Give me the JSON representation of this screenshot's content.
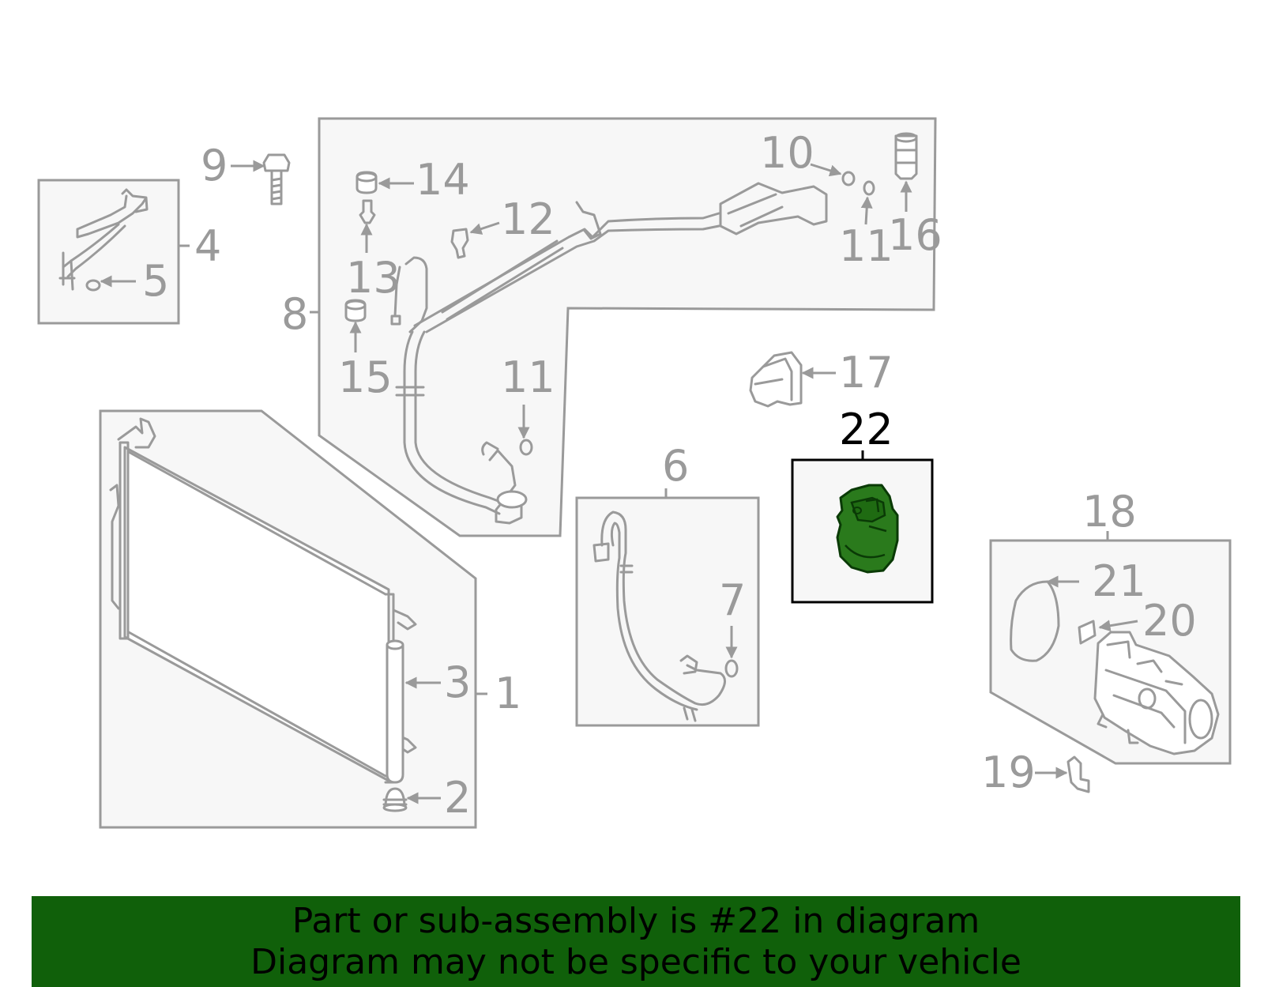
{
  "colors": {
    "line": "#9a9a9a",
    "box_fill": "#f7f7f7",
    "highlight_part": "#1f6b12",
    "banner_bg": "#10600a",
    "banner_text": "#000000"
  },
  "callouts": {
    "n1": "1",
    "n2": "2",
    "n3": "3",
    "n4": "4",
    "n5": "5",
    "n6": "6",
    "n7": "7",
    "n8": "8",
    "n9": "9",
    "n10": "10",
    "n11a": "11",
    "n11b": "11",
    "n12": "12",
    "n13": "13",
    "n14": "14",
    "n15": "15",
    "n16": "16",
    "n17": "17",
    "n18": "18",
    "n19": "19",
    "n20": "20",
    "n21": "21",
    "n22": "22"
  },
  "highlighted_part": "22",
  "banner": {
    "line1": "Part or sub-assembly is #22 in diagram",
    "line2": "Diagram may not be specific to your vehicle"
  }
}
